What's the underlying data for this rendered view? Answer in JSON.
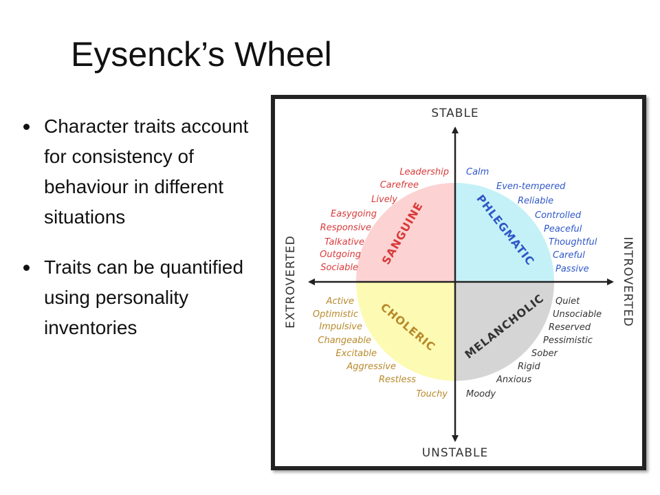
{
  "slide": {
    "title": "Eysenck’s Wheel",
    "bullets": [
      "Character traits account for consistency of behaviour in different situations",
      "Traits can be quantified using personality inventories"
    ]
  },
  "diagram": {
    "axes": {
      "top": "STABLE",
      "bottom": "UNSTABLE",
      "left": "EXTROVERTED",
      "right": "INTROVERTED"
    },
    "quadrants": {
      "sanguine": {
        "label": "SANGUINE",
        "fill": "#fcd2d2",
        "text_color": "#d83a3a",
        "traits": [
          "Leadership",
          "Carefree",
          "Lively",
          "Easygoing",
          "Responsive",
          "Talkative",
          "Outgoing",
          "Sociable"
        ]
      },
      "phlegmatic": {
        "label": "PHLEGMATIC",
        "fill": "#c4f1f7",
        "text_color": "#2f57c8",
        "traits": [
          "Calm",
          "Even-tempered",
          "Reliable",
          "Controlled",
          "Peaceful",
          "Thoughtful",
          "Careful",
          "Passive"
        ]
      },
      "choleric": {
        "label": "CHOLERIC",
        "fill": "#fdfab3",
        "text_color": "#b7892a",
        "traits": [
          "Active",
          "Optimistic",
          "Impulsive",
          "Changeable",
          "Excitable",
          "Aggressive",
          "Restless",
          "Touchy"
        ]
      },
      "melancholic": {
        "label": "MELANCHOLIC",
        "fill": "#d5d5d5",
        "text_color": "#333333",
        "traits": [
          "Quiet",
          "Unsociable",
          "Reserved",
          "Pessimistic",
          "Sober",
          "Rigid",
          "Anxious",
          "Moody"
        ]
      }
    }
  }
}
